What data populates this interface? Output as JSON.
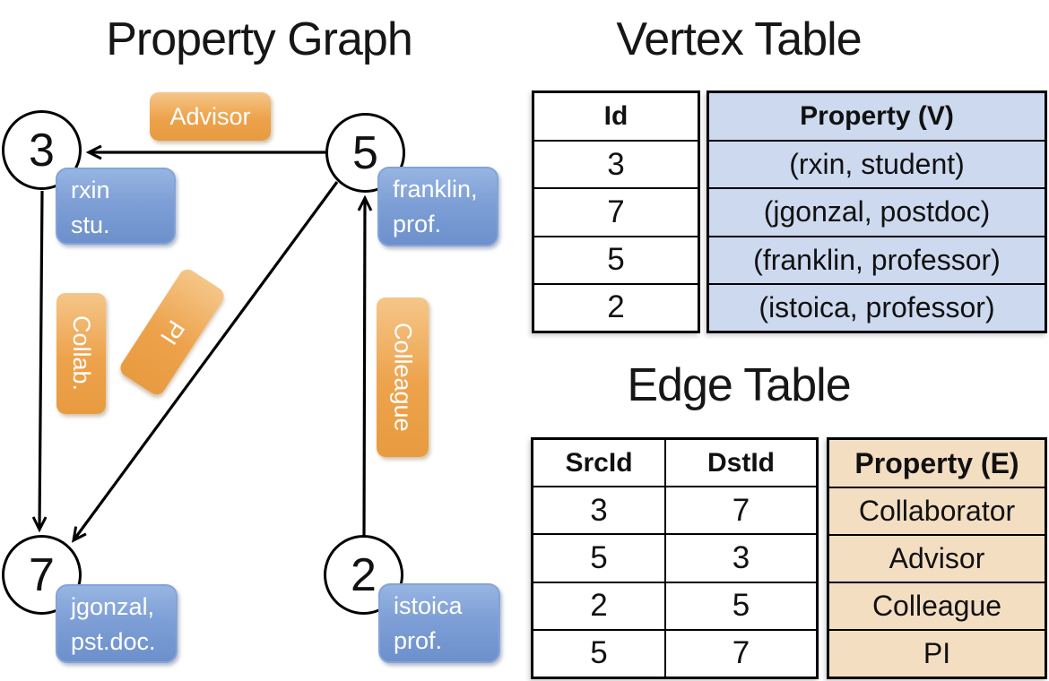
{
  "graph": {
    "title": "Property Graph",
    "nodes": [
      {
        "id": "3",
        "label": [
          "rxin",
          "stu."
        ]
      },
      {
        "id": "5",
        "label": [
          "franklin,",
          "prof."
        ]
      },
      {
        "id": "7",
        "label": [
          "jgonzal,",
          "pst.doc."
        ]
      },
      {
        "id": "2",
        "label": [
          "istoica",
          "prof."
        ]
      }
    ],
    "edge_labels": {
      "advisor": "Advisor",
      "collab": "Collab.",
      "pi": "PI",
      "colleague": "Colleague"
    }
  },
  "vertex_table": {
    "title": "Vertex Table",
    "columns": {
      "id": "Id",
      "property": "Property (V)"
    },
    "rows": [
      {
        "id": "3",
        "property": "(rxin, student)"
      },
      {
        "id": "7",
        "property": "(jgonzal, postdoc)"
      },
      {
        "id": "5",
        "property": "(franklin, professor)"
      },
      {
        "id": "2",
        "property": "(istoica, professor)"
      }
    ]
  },
  "edge_table": {
    "title": "Edge Table",
    "columns": {
      "src": "SrcId",
      "dst": "DstId",
      "property": "Property (E)"
    },
    "rows": [
      {
        "src": "3",
        "dst": "7",
        "property": "Collaborator"
      },
      {
        "src": "5",
        "dst": "3",
        "property": "Advisor"
      },
      {
        "src": "2",
        "dst": "5",
        "property": "Colleague"
      },
      {
        "src": "5",
        "dst": "7",
        "property": "PI"
      }
    ]
  },
  "colors": {
    "edge_label_orange": "#eda24b",
    "vertex_box_blue": "#7e9fd6",
    "vertex_cell_blue": "#cdd9ef",
    "edge_cell_tan": "#f3dec2",
    "line_black": "#000000",
    "text_white": "#ffffff"
  }
}
